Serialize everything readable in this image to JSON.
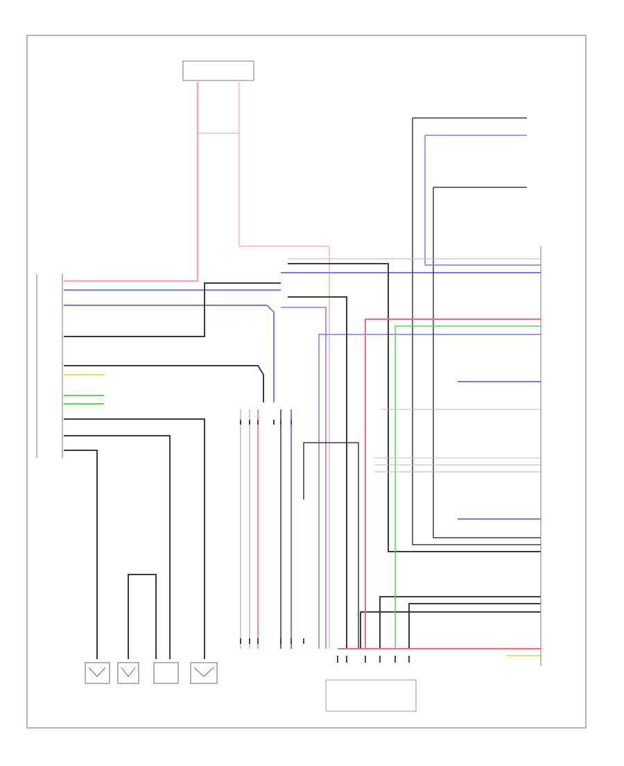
{
  "diagram": {
    "title": "",
    "footer_code": "",
    "components": [
      {
        "id": "top_module",
        "label": ""
      },
      {
        "id": "left_module",
        "label": ""
      },
      {
        "id": "right_module",
        "label": ""
      },
      {
        "id": "bottom_center_module",
        "label": ""
      },
      {
        "id": "bottom_mid_module",
        "label": ""
      },
      {
        "id": "sensor_1",
        "label": ""
      },
      {
        "id": "sensor_2",
        "label": ""
      },
      {
        "id": "sensor_3",
        "label": ""
      },
      {
        "id": "sensor_4",
        "label": ""
      }
    ],
    "legend": [
      "",
      ""
    ],
    "wire_colors": {
      "pink": "#ff9fc4",
      "red": "#ff6b6b",
      "blue": "#7878ff",
      "green": "#59d659",
      "yellow": "#e8e04c",
      "black": "#3a3a3a",
      "gray": "#9a9a9a"
    }
  }
}
